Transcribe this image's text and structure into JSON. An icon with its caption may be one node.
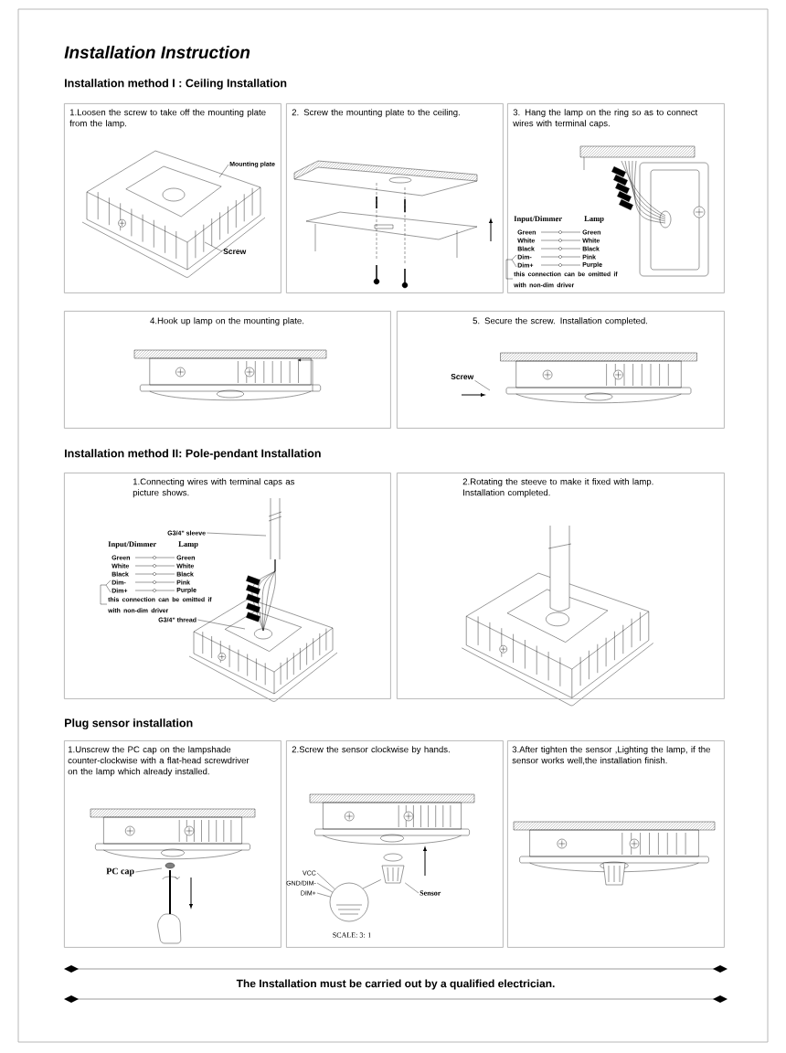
{
  "diagram": {
    "title": "Installation Instruction",
    "caption": "The Installation must be carried out by a qualified electrician.",
    "nodes": [
      {
        "text": [
          "1.Loosen the screw to take off the mounting plate from the lamp."
        ]
      },
      {
        "text": [
          "2. Screw the mounting plate to the ceiling."
        ]
      },
      {
        "text": [
          "3. Hang the lamp on the ring so as to connect wires with terminal caps."
        ]
      },
      {
        "text": [
          "4.Hook up lamp on the mounting plate."
        ]
      },
      {
        "text": [
          "5. Secure the screw. Installation completed."
        ]
      },
      {
        "text": [
          "1.Connecting wires with terminal caps as picture shows."
        ]
      },
      {
        "text": [
          "2.Rotating the steeve to make it fixed with lamp. Installation completed."
        ]
      },
      {
        "text": [
          "1.Unscrew the PC cap on the lampshade counter-clockwise with a flat-head screwdriver on the lamp which already installed."
        ]
      },
      {
        "text": [
          "2.Screw the sensor clockwise by hands."
        ]
      },
      {
        "text": [
          "3.After tighten the sensor ,Lighting the lamp, if the sensor works well,the installation finish."
        ]
      },
      {
        "text": [
          "Mounting plate"
        ],
        "in": 0
      },
      {
        "text": [
          "Screw"
        ],
        "in": 0
      },
      {
        "text": [
          "Screw"
        ],
        "in": 4
      },
      {
        "text": [
          "G3/4\" sleeve"
        ],
        "in": 5
      },
      {
        "text": [
          "G3/4\" thread"
        ],
        "in": 5
      },
      {
        "text": [
          "PC cap"
        ],
        "in": 7
      },
      {
        "text": [
          "VCC"
        ],
        "in": 8
      },
      {
        "text": [
          "GND/DIM-"
        ],
        "in": 8
      },
      {
        "text": [
          "DIM+"
        ],
        "in": 8
      },
      {
        "text": [
          "Sensor"
        ],
        "in": 8
      },
      {
        "text": [],
        "shape": "picture",
        "in": 8
      },
      {
        "text": [],
        "shape": "circle",
        "in": 8
      }
    ],
    "edges": [
      {
        "from": 10,
        "to": null,
        "arrow": "none"
      },
      {
        "from": 11,
        "to": null,
        "arrow": "none"
      },
      {
        "from": 12,
        "to": null,
        "arrow": "none"
      },
      {
        "from": 13,
        "to": null,
        "arrow": "none"
      },
      {
        "from": 14,
        "to": null,
        "arrow": "none"
      },
      {
        "from": 15,
        "to": null,
        "arrow": "none"
      },
      {
        "from": 16,
        "to": 21,
        "arrow": "none"
      },
      {
        "from": 17,
        "to": 21,
        "arrow": "none"
      },
      {
        "from": 18,
        "to": 21,
        "arrow": "none"
      },
      {
        "from": 19,
        "to": 20,
        "arrow": "none"
      },
      {
        "from": 21,
        "to": 20,
        "arrow": "none"
      }
    ],
    "labels": [
      "Installation method I : Ceiling Installation",
      "Input/Dimmer",
      "Lamp",
      "Green",
      "Green",
      "White",
      "White",
      "Black",
      "Black",
      "Dim-",
      "Pink",
      "Dim+",
      "Purple",
      "this connection can be omitted if with non-dim driver",
      "Installation method II: Pole-pendant Installation",
      "Input/Dimmer",
      "Lamp",
      "Green",
      "Green",
      "White",
      "White",
      "Black",
      "Black",
      "Dim-",
      "Pink",
      "Dim+",
      "Purple",
      "this connection can be omitted if with non-dim driver",
      "Plug sensor installation",
      "SCALE: 3: 1"
    ]
  }
}
